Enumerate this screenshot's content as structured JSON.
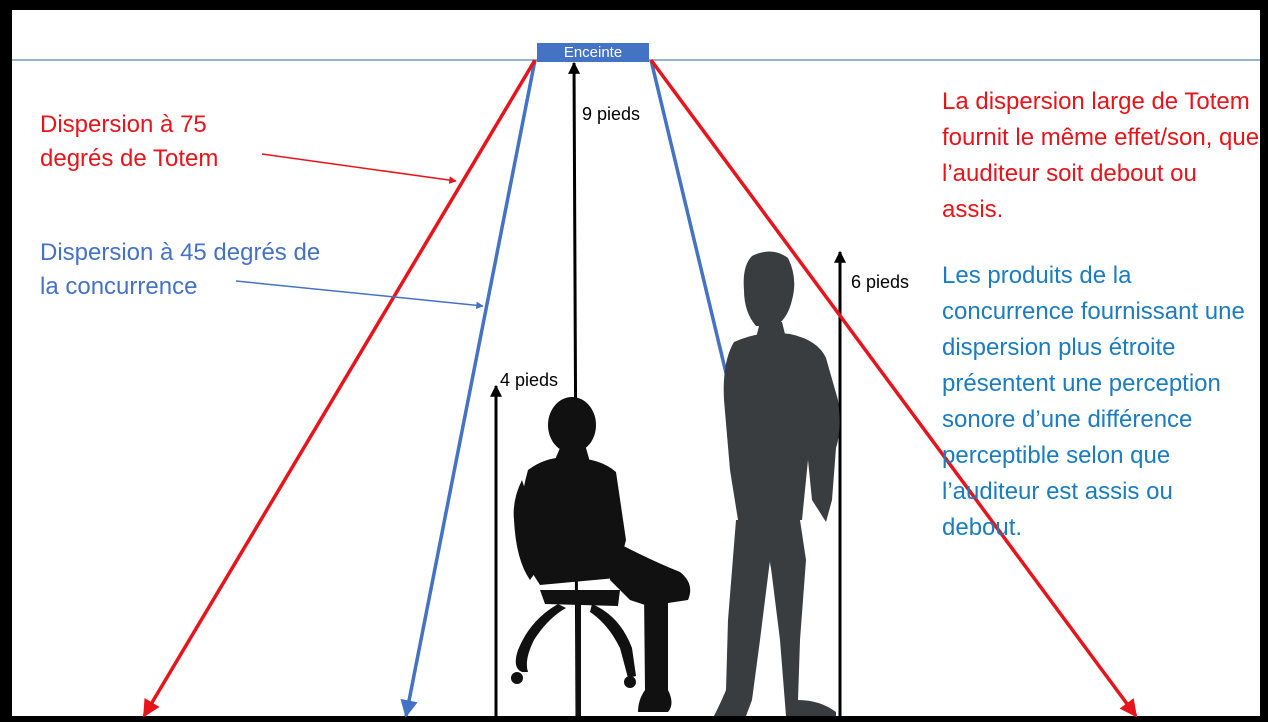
{
  "speaker": {
    "label": "Enceinte"
  },
  "heights": {
    "nine_feet": "9 pieds",
    "six_feet": "6 pieds",
    "four_feet": "4 pieds"
  },
  "dispersion": {
    "totem_label": "Dispersion à 75 degrés de Totem",
    "competition_label": "Dispersion à 45 degrés de la concurrence"
  },
  "notes": {
    "totem": "La dispersion large de Totem fournit le même effet/son, que l’auditeur soit debout ou assis.",
    "competition": "Les produits de la concurrence fournissant une dispersion plus étroite présentent une perception sonore d’une différence perceptible selon que l’auditeur est assis ou debout."
  },
  "colors": {
    "totem_line": "#e8141b",
    "competition_line": "#4472c4",
    "speaker_box": "#4472c4",
    "ceiling_line": "#5a86a8",
    "competition_text": "#1b7cc0",
    "silhouette_seated": "#111111",
    "silhouette_standing": "#3a3d40"
  },
  "icons": [
    "seated-person-silhouette-icon",
    "standing-person-silhouette-icon"
  ]
}
